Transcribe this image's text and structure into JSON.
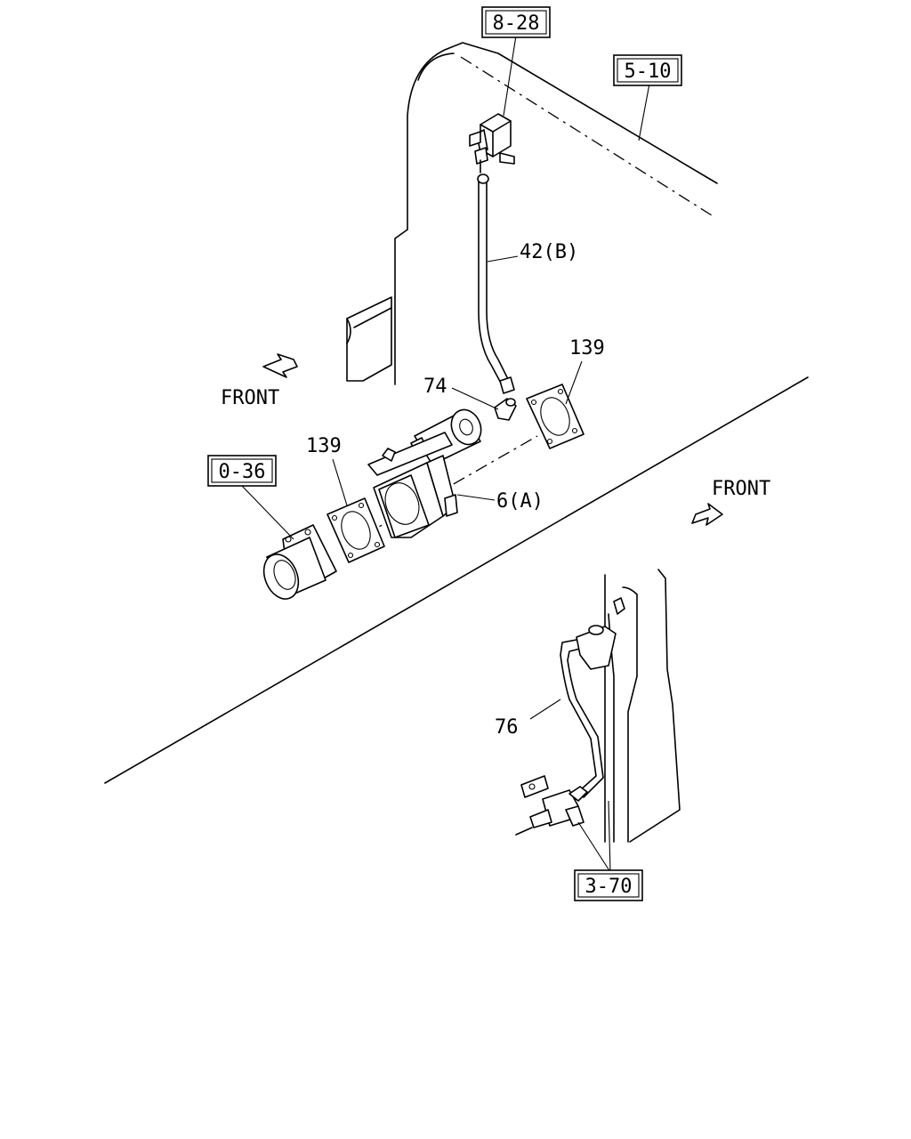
{
  "labels": {
    "ref_8_28": "8-28",
    "ref_5_10": "5-10",
    "ref_0_36": "0-36",
    "ref_3_70": "3-70",
    "part_42b": "42(B)",
    "part_139_upper": "139",
    "part_139_lower": "139",
    "part_74": "74",
    "part_6a": "6(A)",
    "part_76": "76",
    "front_left": "FRONT",
    "front_right": "FRONT"
  },
  "colors": {
    "line": "#000000",
    "background": "#ffffff"
  }
}
